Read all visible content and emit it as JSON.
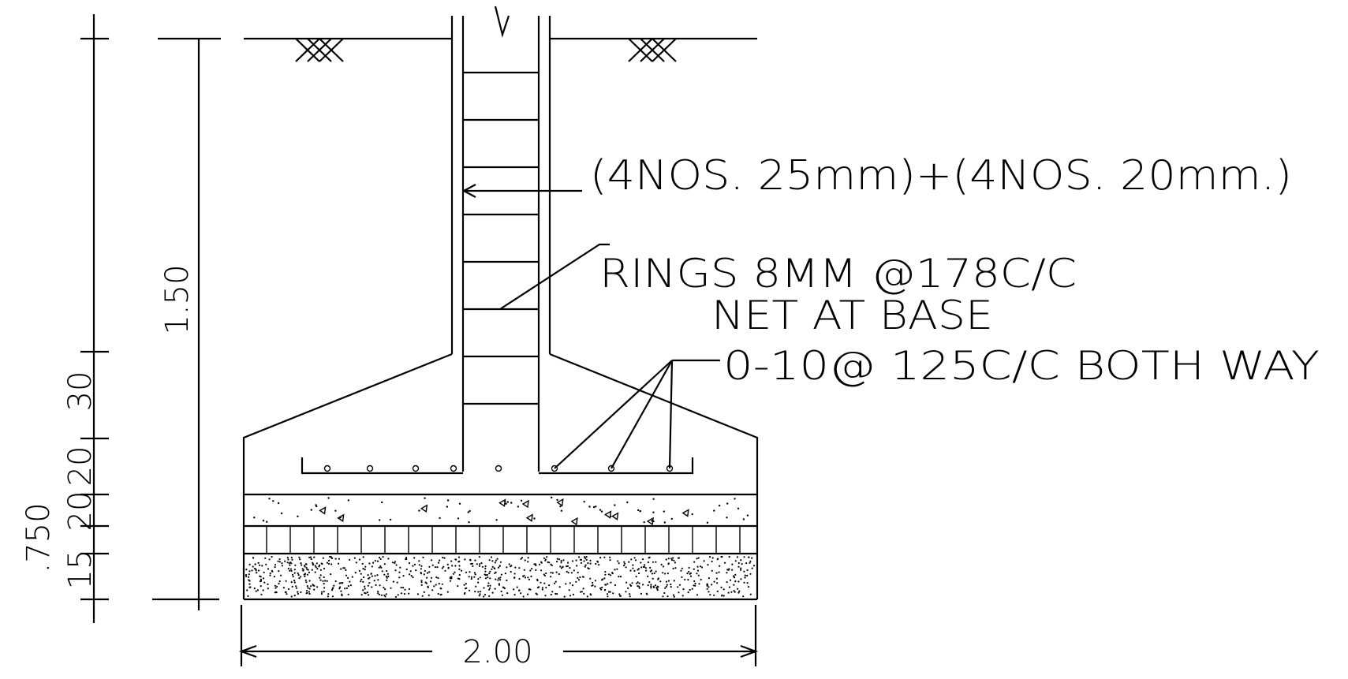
{
  "colors": {
    "line": "#000000",
    "background": "#ffffff"
  },
  "annotations": {
    "main_bars": "(4NOS. 25mm)+(4NOS. 20mm.)",
    "rings": "RINGS 8MM @178C/C",
    "net_at_base": "NET AT BASE",
    "base_bars": "0-10@ 125C/C BOTH WAY"
  },
  "dimensions": {
    "total_depth": "1.50",
    "depth_30": "30",
    "depth_20_upper": "20",
    "depth_20_lower": "20",
    "depth_15": "15",
    "depth_750": ".750",
    "width": "2.00"
  }
}
